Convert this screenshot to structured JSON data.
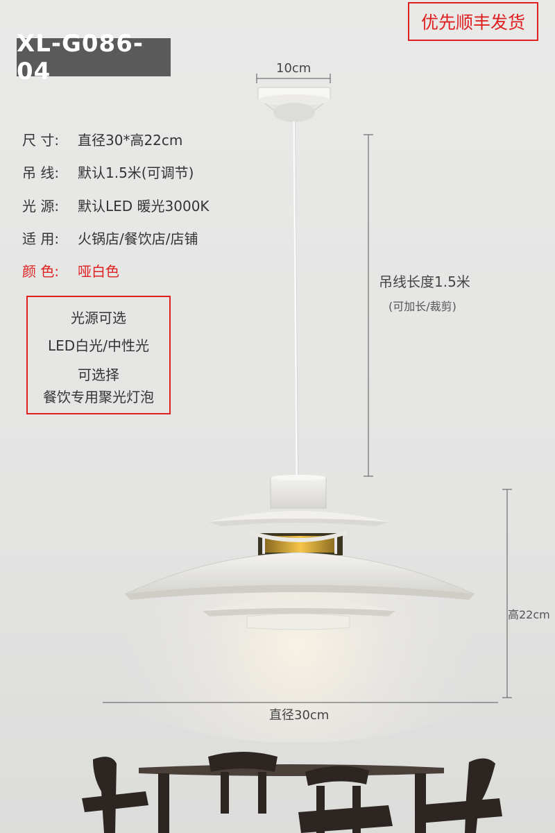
{
  "model": "XL-G086-04",
  "shipping_badge": "优先顺丰发货",
  "specs": [
    {
      "label": "尺 寸:",
      "value": "直径30*高22cm"
    },
    {
      "label": "吊 线:",
      "value": "默认1.5米(可调节)"
    },
    {
      "label": "光 源:",
      "value": "默认LED 暖光3000K"
    },
    {
      "label": "适 用:",
      "value": "火锅店/餐饮店/店铺"
    },
    {
      "label": "颜 色:",
      "value": "哑白色"
    }
  ],
  "options_box": {
    "line1": "光源可选",
    "line2": "LED白光/中性光",
    "line3": "可选择",
    "line4": "餐饮专用聚光灯泡"
  },
  "dimensions": {
    "canopy_width": "10cm",
    "cord_length": "吊线长度1.5米",
    "cord_note": "(可加长/裁剪)",
    "height": "高22cm",
    "diameter": "直径30cm"
  },
  "colors": {
    "accent_red": "#e02020",
    "badge_gray": "#5a5a5a"
  }
}
